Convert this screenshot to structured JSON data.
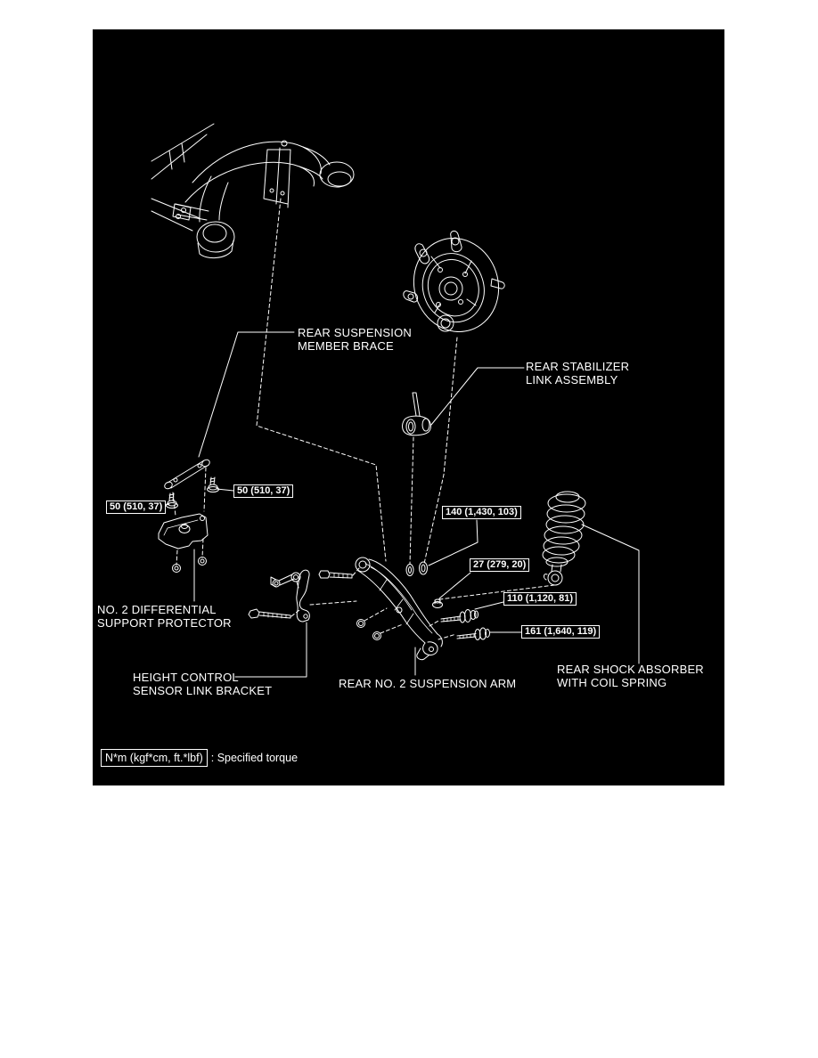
{
  "figure": {
    "description": "Rear suspension exploded view with torque specifications",
    "background_color": "#000000",
    "line_color": "#ffffff",
    "page_color": "#ffffff"
  },
  "diagram": {
    "part_labels": [
      {
        "id": "member-brace",
        "lines": [
          "REAR SUSPENSION",
          "MEMBER BRACE"
        ]
      },
      {
        "id": "stabilizer-link",
        "lines": [
          "REAR STABILIZER",
          "LINK ASSEMBLY"
        ]
      },
      {
        "id": "diff-protector",
        "lines": [
          "NO. 2 DIFFERENTIAL",
          "SUPPORT PROTECTOR"
        ]
      },
      {
        "id": "height-sensor",
        "lines": [
          "HEIGHT CONTROL",
          "SENSOR LINK BRACKET"
        ]
      },
      {
        "id": "suspension-arm",
        "lines": [
          "REAR NO. 2 SUSPENSION ARM"
        ]
      },
      {
        "id": "shock-absorber",
        "lines": [
          "REAR SHOCK ABSORBER",
          "WITH COIL SPRING"
        ]
      }
    ],
    "torque_specs": [
      {
        "id": "t50a",
        "value": "50 (510, 37)"
      },
      {
        "id": "t50b",
        "value": "50 (510, 37)"
      },
      {
        "id": "t140",
        "value": "140 (1,430, 103)"
      },
      {
        "id": "t27",
        "value": "27 (279, 20)"
      },
      {
        "id": "t110",
        "value": "110 (1,120, 81)"
      },
      {
        "id": "t161",
        "value": "161 (1,640, 119)"
      }
    ],
    "legend": {
      "unit_label": "N*m (kgf*cm, ft.*lbf)",
      "description": ": Specified torque"
    }
  }
}
